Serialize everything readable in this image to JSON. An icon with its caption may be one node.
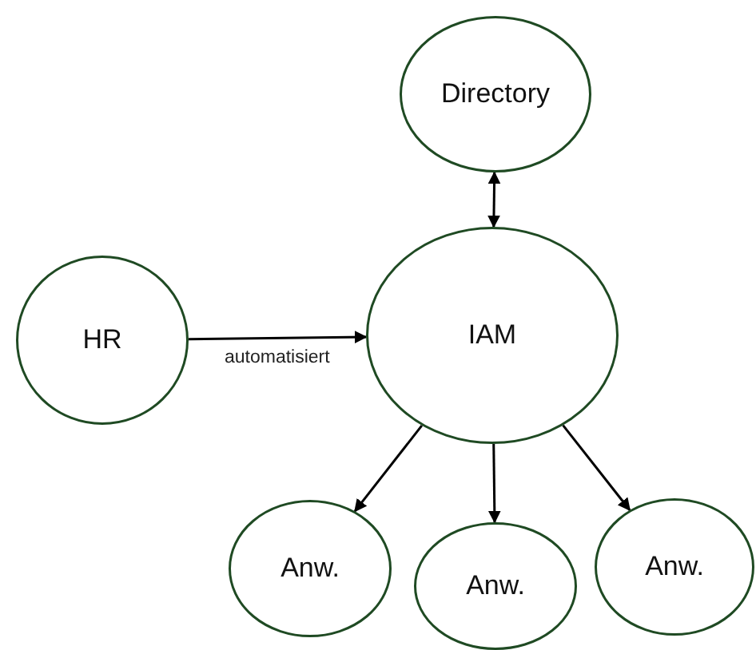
{
  "diagram": {
    "nodes": [
      {
        "text": [
          "Directory"
        ]
      },
      {
        "text": [
          "HR"
        ]
      },
      {
        "text": [
          "IAM"
        ]
      },
      {
        "text": [
          "Anw."
        ]
      },
      {
        "text": [
          "Anw."
        ]
      },
      {
        "text": [
          "Anw."
        ]
      }
    ],
    "edges": [
      {
        "from": 1,
        "to": 2,
        "arrow": "to",
        "label": "automatisiert"
      },
      {
        "from": 0,
        "to": 2,
        "arrow": "both"
      },
      {
        "from": 2,
        "to": 3,
        "arrow": "to"
      },
      {
        "from": 2,
        "to": 4,
        "arrow": "to"
      },
      {
        "from": 2,
        "to": 5,
        "arrow": "to"
      }
    ]
  }
}
